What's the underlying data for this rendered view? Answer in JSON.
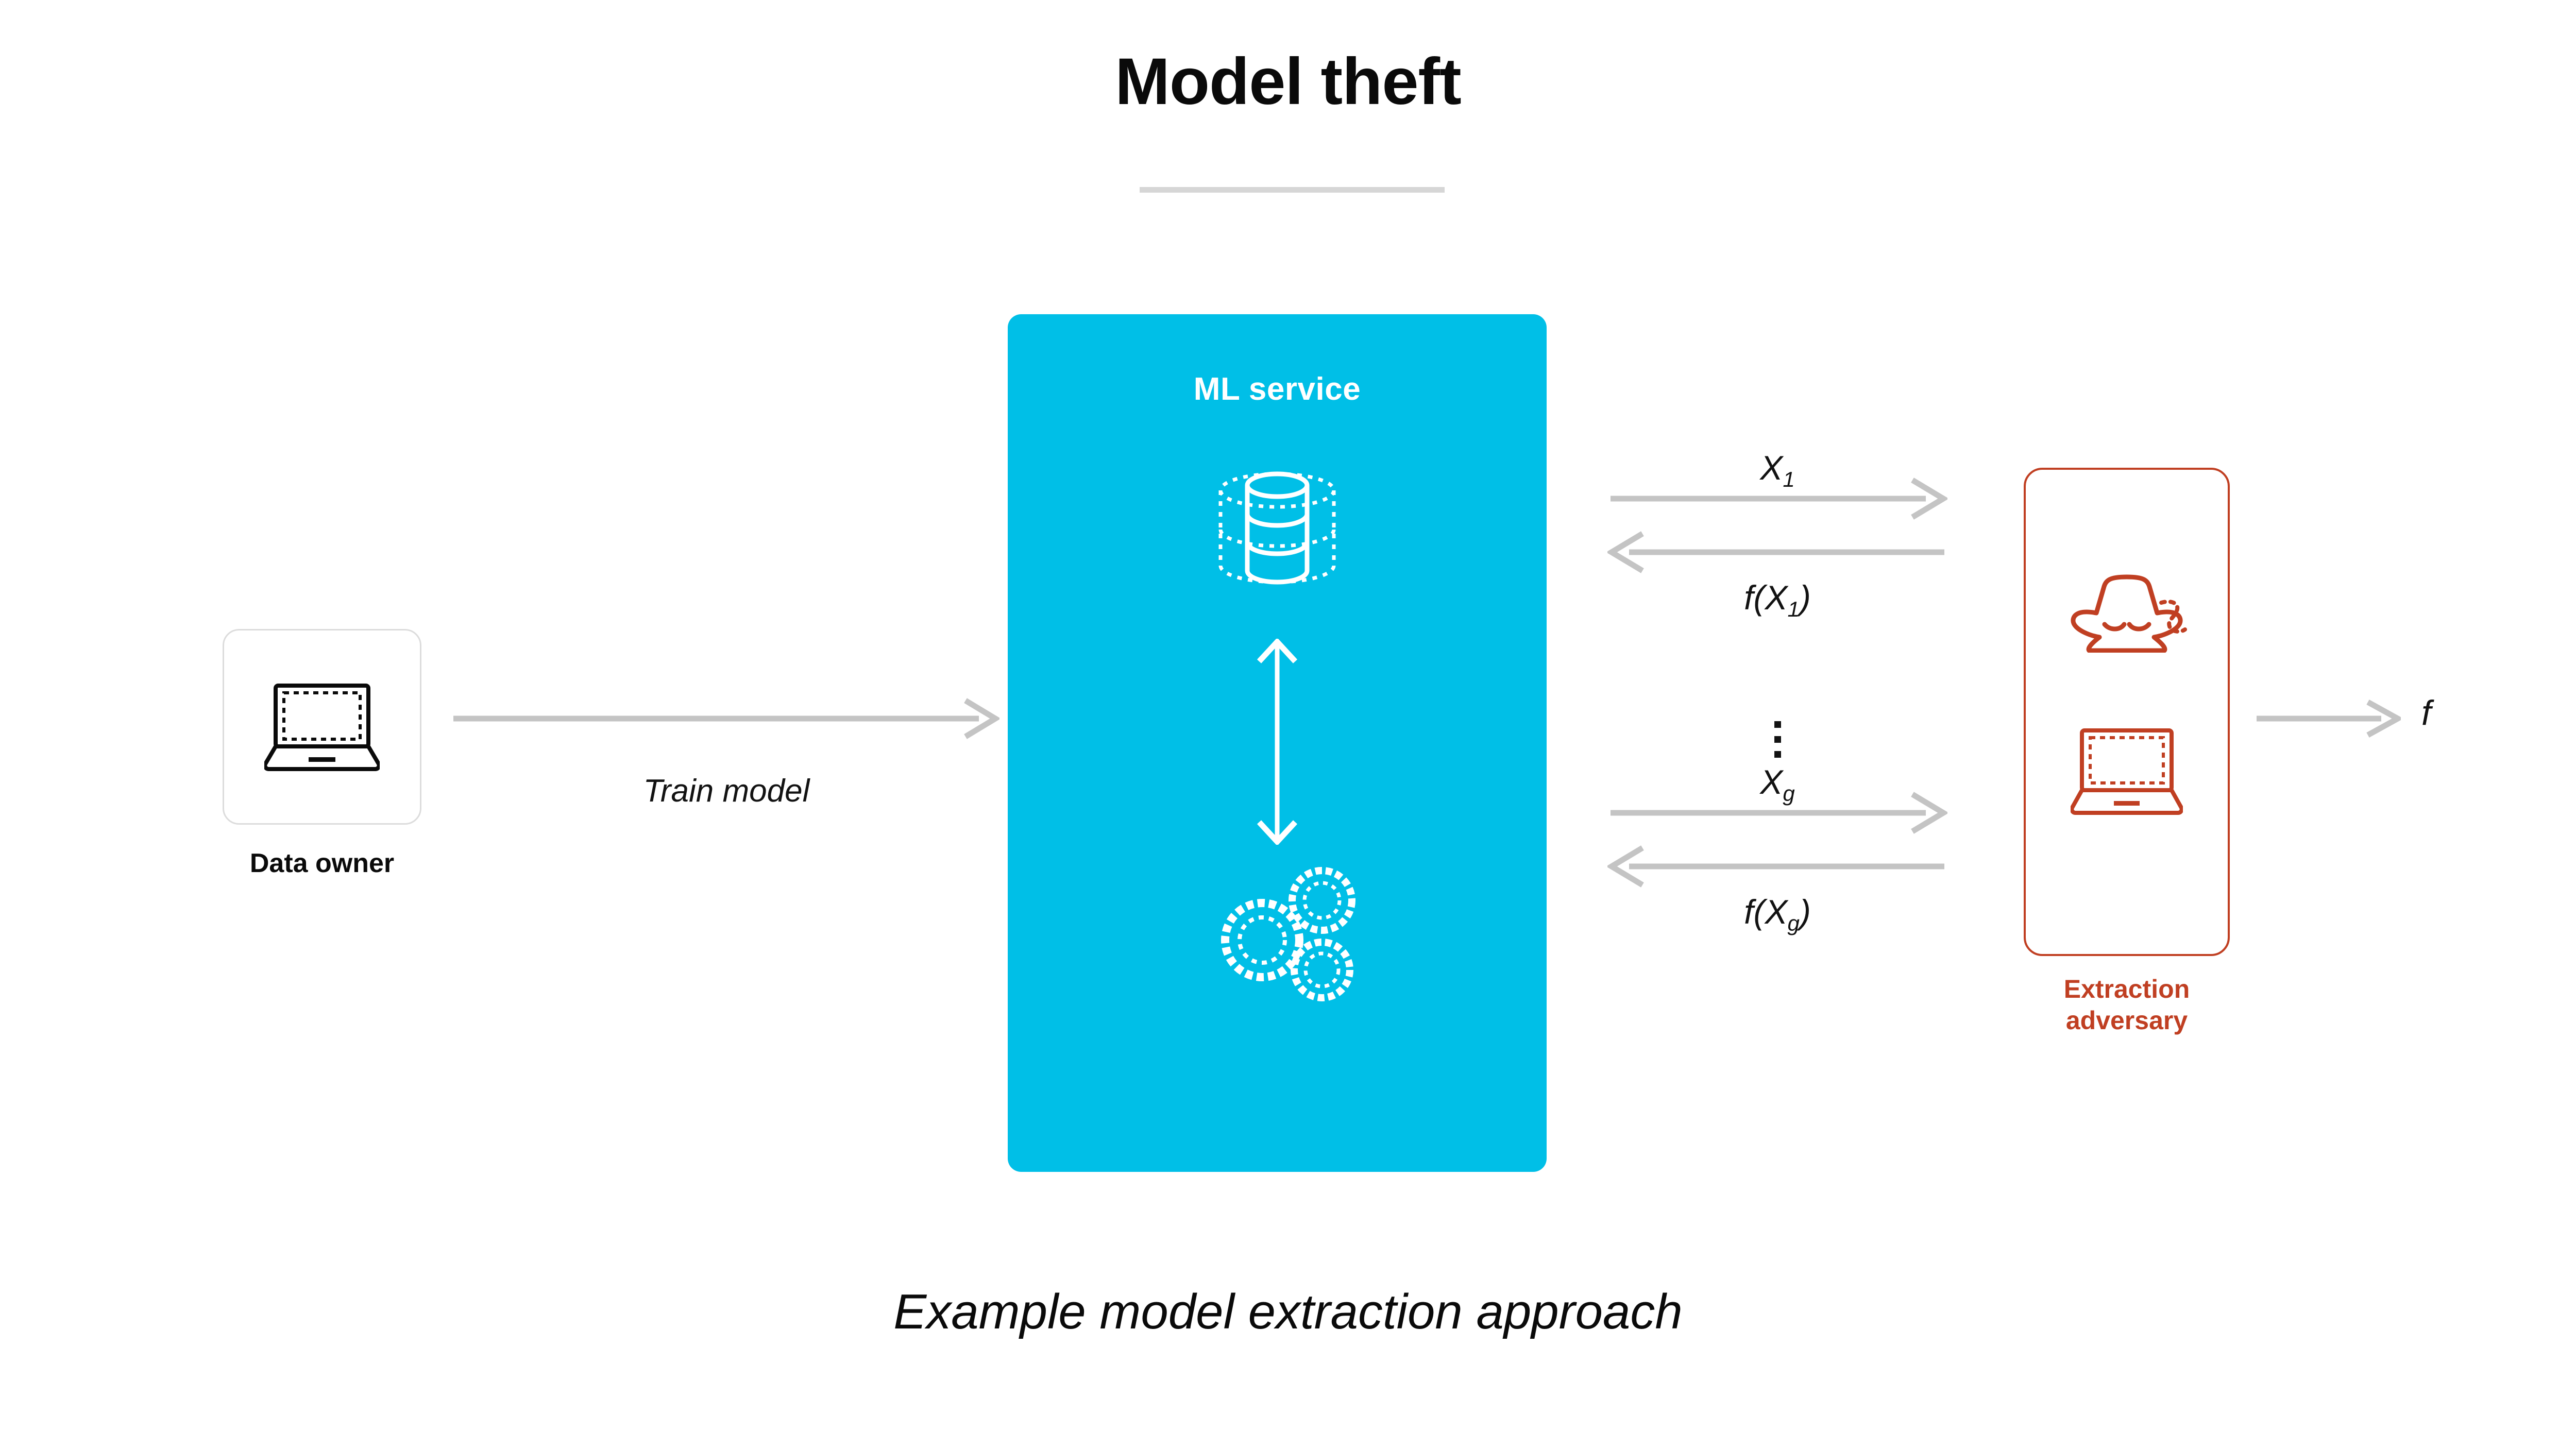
{
  "title": "Model theft",
  "caption": "Example model extraction approach",
  "colors": {
    "ml_service_bg": "#00bfe7",
    "adversary_accent": "#c03f22",
    "arrow_gray": "#c4c4c4",
    "divider_gray": "#d6d6d6",
    "card_border_gray": "#dcdcdc",
    "text_black": "#0a0a0a"
  },
  "data_owner": {
    "label": "Data owner",
    "icon": "laptop-icon"
  },
  "train_flow": {
    "label": "Train model",
    "icon": "arrow-right-icon"
  },
  "ml_service": {
    "title": "ML service",
    "database_icon": "database-cylinder-icon",
    "vertical_arrow_icon": "double-arrow-vertical-icon",
    "gears_icon": "gears-icon"
  },
  "exchanges": [
    {
      "query_label": "X",
      "query_sub": "1",
      "response_label_prefix": "f(X",
      "response_sub": "1",
      "response_label_suffix": ")",
      "request_icon": "arrow-right-icon",
      "response_icon": "arrow-left-icon"
    },
    {
      "query_label": "X",
      "query_sub": "g",
      "response_label_prefix": "f(X",
      "response_sub": "g",
      "response_label_suffix": ")",
      "request_icon": "arrow-right-icon",
      "response_icon": "arrow-left-icon"
    }
  ],
  "ellipsis": "vertical-ellipsis-icon",
  "adversary": {
    "label_line1": "Extraction",
    "label_line2": "adversary",
    "spy_icon": "spy-hat-icon",
    "laptop_icon": "laptop-icon"
  },
  "output": {
    "label": "f",
    "icon": "arrow-right-icon"
  }
}
